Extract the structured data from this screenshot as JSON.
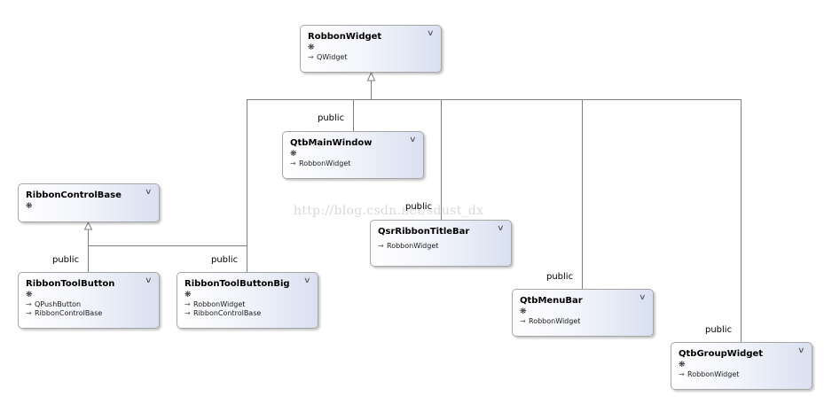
{
  "classes": {
    "robbon_widget": {
      "name": "RobbonWidget",
      "bases": [
        "QWidget"
      ]
    },
    "qtb_main_window": {
      "name": "QtbMainWindow",
      "bases": [
        "RobbonWidget"
      ]
    },
    "ribbon_control_base": {
      "name": "RibbonControlBase",
      "bases": []
    },
    "qsr_ribbon_title_bar": {
      "name": "QsrRibbonTitleBar",
      "bases": [
        "RobbonWidget"
      ]
    },
    "ribbon_tool_button": {
      "name": "RibbonToolButton",
      "bases": [
        "QPushButton",
        "RibbonControlBase"
      ]
    },
    "ribbon_tool_button_big": {
      "name": "RibbonToolButtonBig",
      "bases": [
        "RobbonWidget",
        "RibbonControlBase"
      ]
    },
    "qtb_menu_bar": {
      "name": "QtbMenuBar",
      "bases": [
        "RobbonWidget"
      ]
    },
    "qtb_group_widget": {
      "name": "QtbGroupWidget",
      "bases": [
        "RobbonWidget"
      ]
    }
  },
  "labels": {
    "qtb_main_window": "public",
    "qsr_ribbon_title_bar": "public",
    "ribbon_tool_button": "public",
    "ribbon_tool_button_big": "public",
    "qtb_menu_bar": "public",
    "qtb_group_widget": "public"
  },
  "icons": {
    "collapse": "chevron-double-down-icon",
    "member": "members-icon",
    "inherits": "inherits-arrow-icon"
  },
  "watermark": "http://blog.csdn.net/sdust_dx",
  "colors": {
    "box_border": "#a6a6a6",
    "box_gradient_end": "#d9e0f0",
    "connector": "#7f7f7f"
  }
}
